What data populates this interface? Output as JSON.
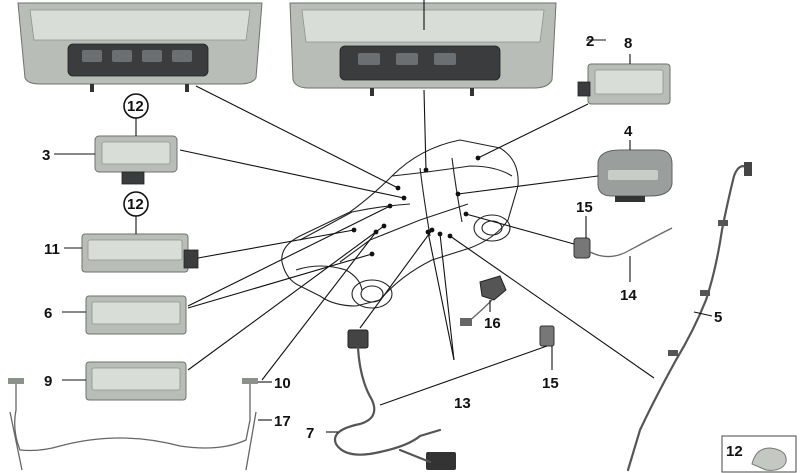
{
  "diagram": {
    "part_labels": {
      "p1": "2",
      "p2": "8",
      "p3": "4",
      "p4": "12",
      "p5": "3",
      "p6": "12",
      "p7": "11",
      "p8": "15",
      "p9": "14",
      "p10": "5",
      "p11": "6",
      "p12": "16",
      "p13": "9",
      "p14": "10",
      "p15": "15",
      "p16": "13",
      "p17": "17",
      "p18": "7",
      "p19": "12"
    },
    "colors": {
      "line": "#111111",
      "part_grey": "#b8bdb7",
      "part_dark": "#3a3c3e"
    }
  }
}
